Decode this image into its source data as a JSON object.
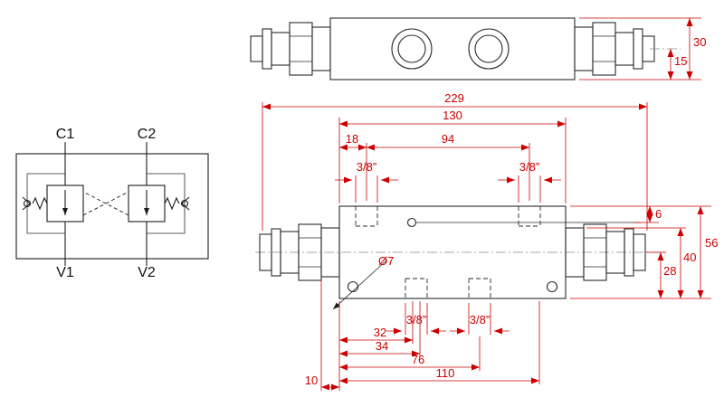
{
  "colors": {
    "dimension": "#cc0000",
    "drawing": "#2a2a2a"
  },
  "schematic": {
    "c1": "C1",
    "c2": "C2",
    "v1": "V1",
    "v2": "V2"
  },
  "top_view": {
    "height": "30",
    "half_height": "15"
  },
  "front_view": {
    "overall_length": "229",
    "body_length": "130",
    "port_offset": "18",
    "port_spacing": "94",
    "top_port_left": "3/8”",
    "top_port_right": "3/8”",
    "circle_offset": "6",
    "body_height": "56",
    "height_40": "40",
    "height_28": "28",
    "hole_dia": "Ø7",
    "bottom_port_left": "3/8”",
    "bottom_port_right": "3/8”",
    "len_32": "32",
    "len_34": "34",
    "len_76": "76",
    "len_110": "110",
    "len_10": "10"
  }
}
